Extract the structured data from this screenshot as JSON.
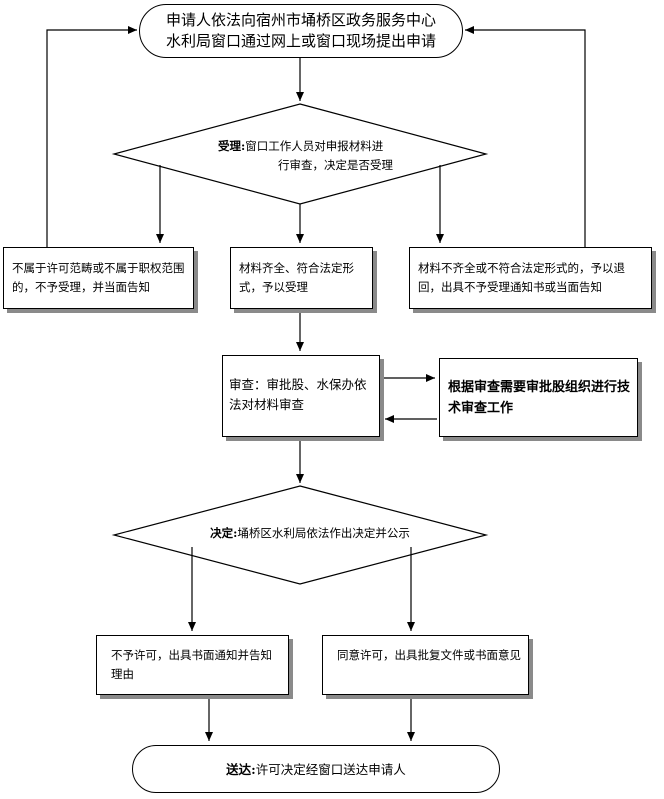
{
  "flow": {
    "start": [
      "申请人依法向宿州市埇桥区政务服务中心",
      "水利局窗口通过网上或窗口现场提出申请"
    ],
    "accept": {
      "label": "受理:",
      "text1": "窗口工作人员对申报材料进",
      "text2": "行审查，决定是否受理"
    },
    "reject_scope": "不属于许可范畴或不属于职权范围的，不予受理，并当面告知",
    "accept_ok": "材料齐全、符合法定形式，予以受理",
    "return_docs": "材料不齐全或不符合法定形式的，予以退回，出具不予受理通知书或当面告知",
    "review": "审查：审批股、水保办依法对材料审查",
    "tech_review": "根据审查需要审批股组织进行技术审查工作",
    "decision": {
      "label": "决定:",
      "text": "埇桥区水利局依法作出决定并公示"
    },
    "deny": "不予许可，出具书面通知并告知理由",
    "approve": "同意许可，出具批复文件或书面意见",
    "deliver": {
      "label": "送达:",
      "text": "许可决定经窗口送达申请人"
    }
  }
}
